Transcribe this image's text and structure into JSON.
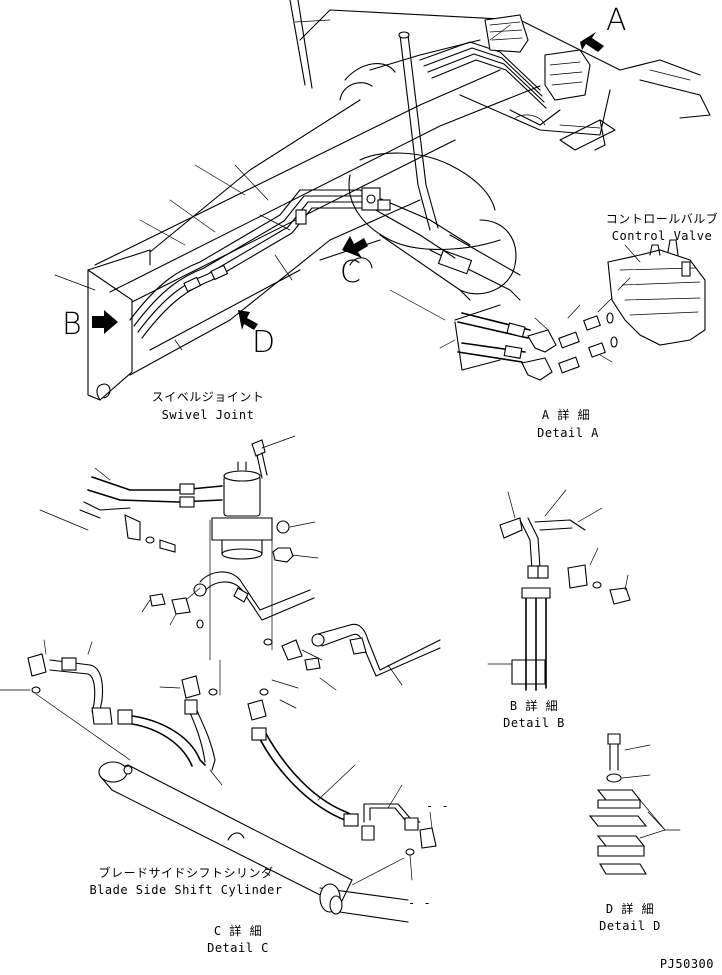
{
  "views": {
    "a": "A",
    "b": "B",
    "c": "C",
    "d": "D"
  },
  "labels": {
    "control_valve_jp": "コントロールバルブ",
    "control_valve_en": "Control Valve",
    "swivel_joint_jp": "スイベルジョイント",
    "swivel_joint_en": "Swivel Joint",
    "blade_cyl_jp": "ブレードサイドシフトシリンダ",
    "blade_cyl_en": "Blade Side Shift Cylinder",
    "detail_a_jp": "A 詳 細",
    "detail_a_en": "Detail A",
    "detail_b_jp": "B 詳 細",
    "detail_b_en": "Detail B",
    "detail_c_jp": "C 詳 細",
    "detail_c_en": "Detail C",
    "detail_d_jp": "D 詳 細",
    "detail_d_en": "Detail D",
    "dash1": "- -",
    "dash2": "- -",
    "drawing_no": "PJ50300"
  }
}
